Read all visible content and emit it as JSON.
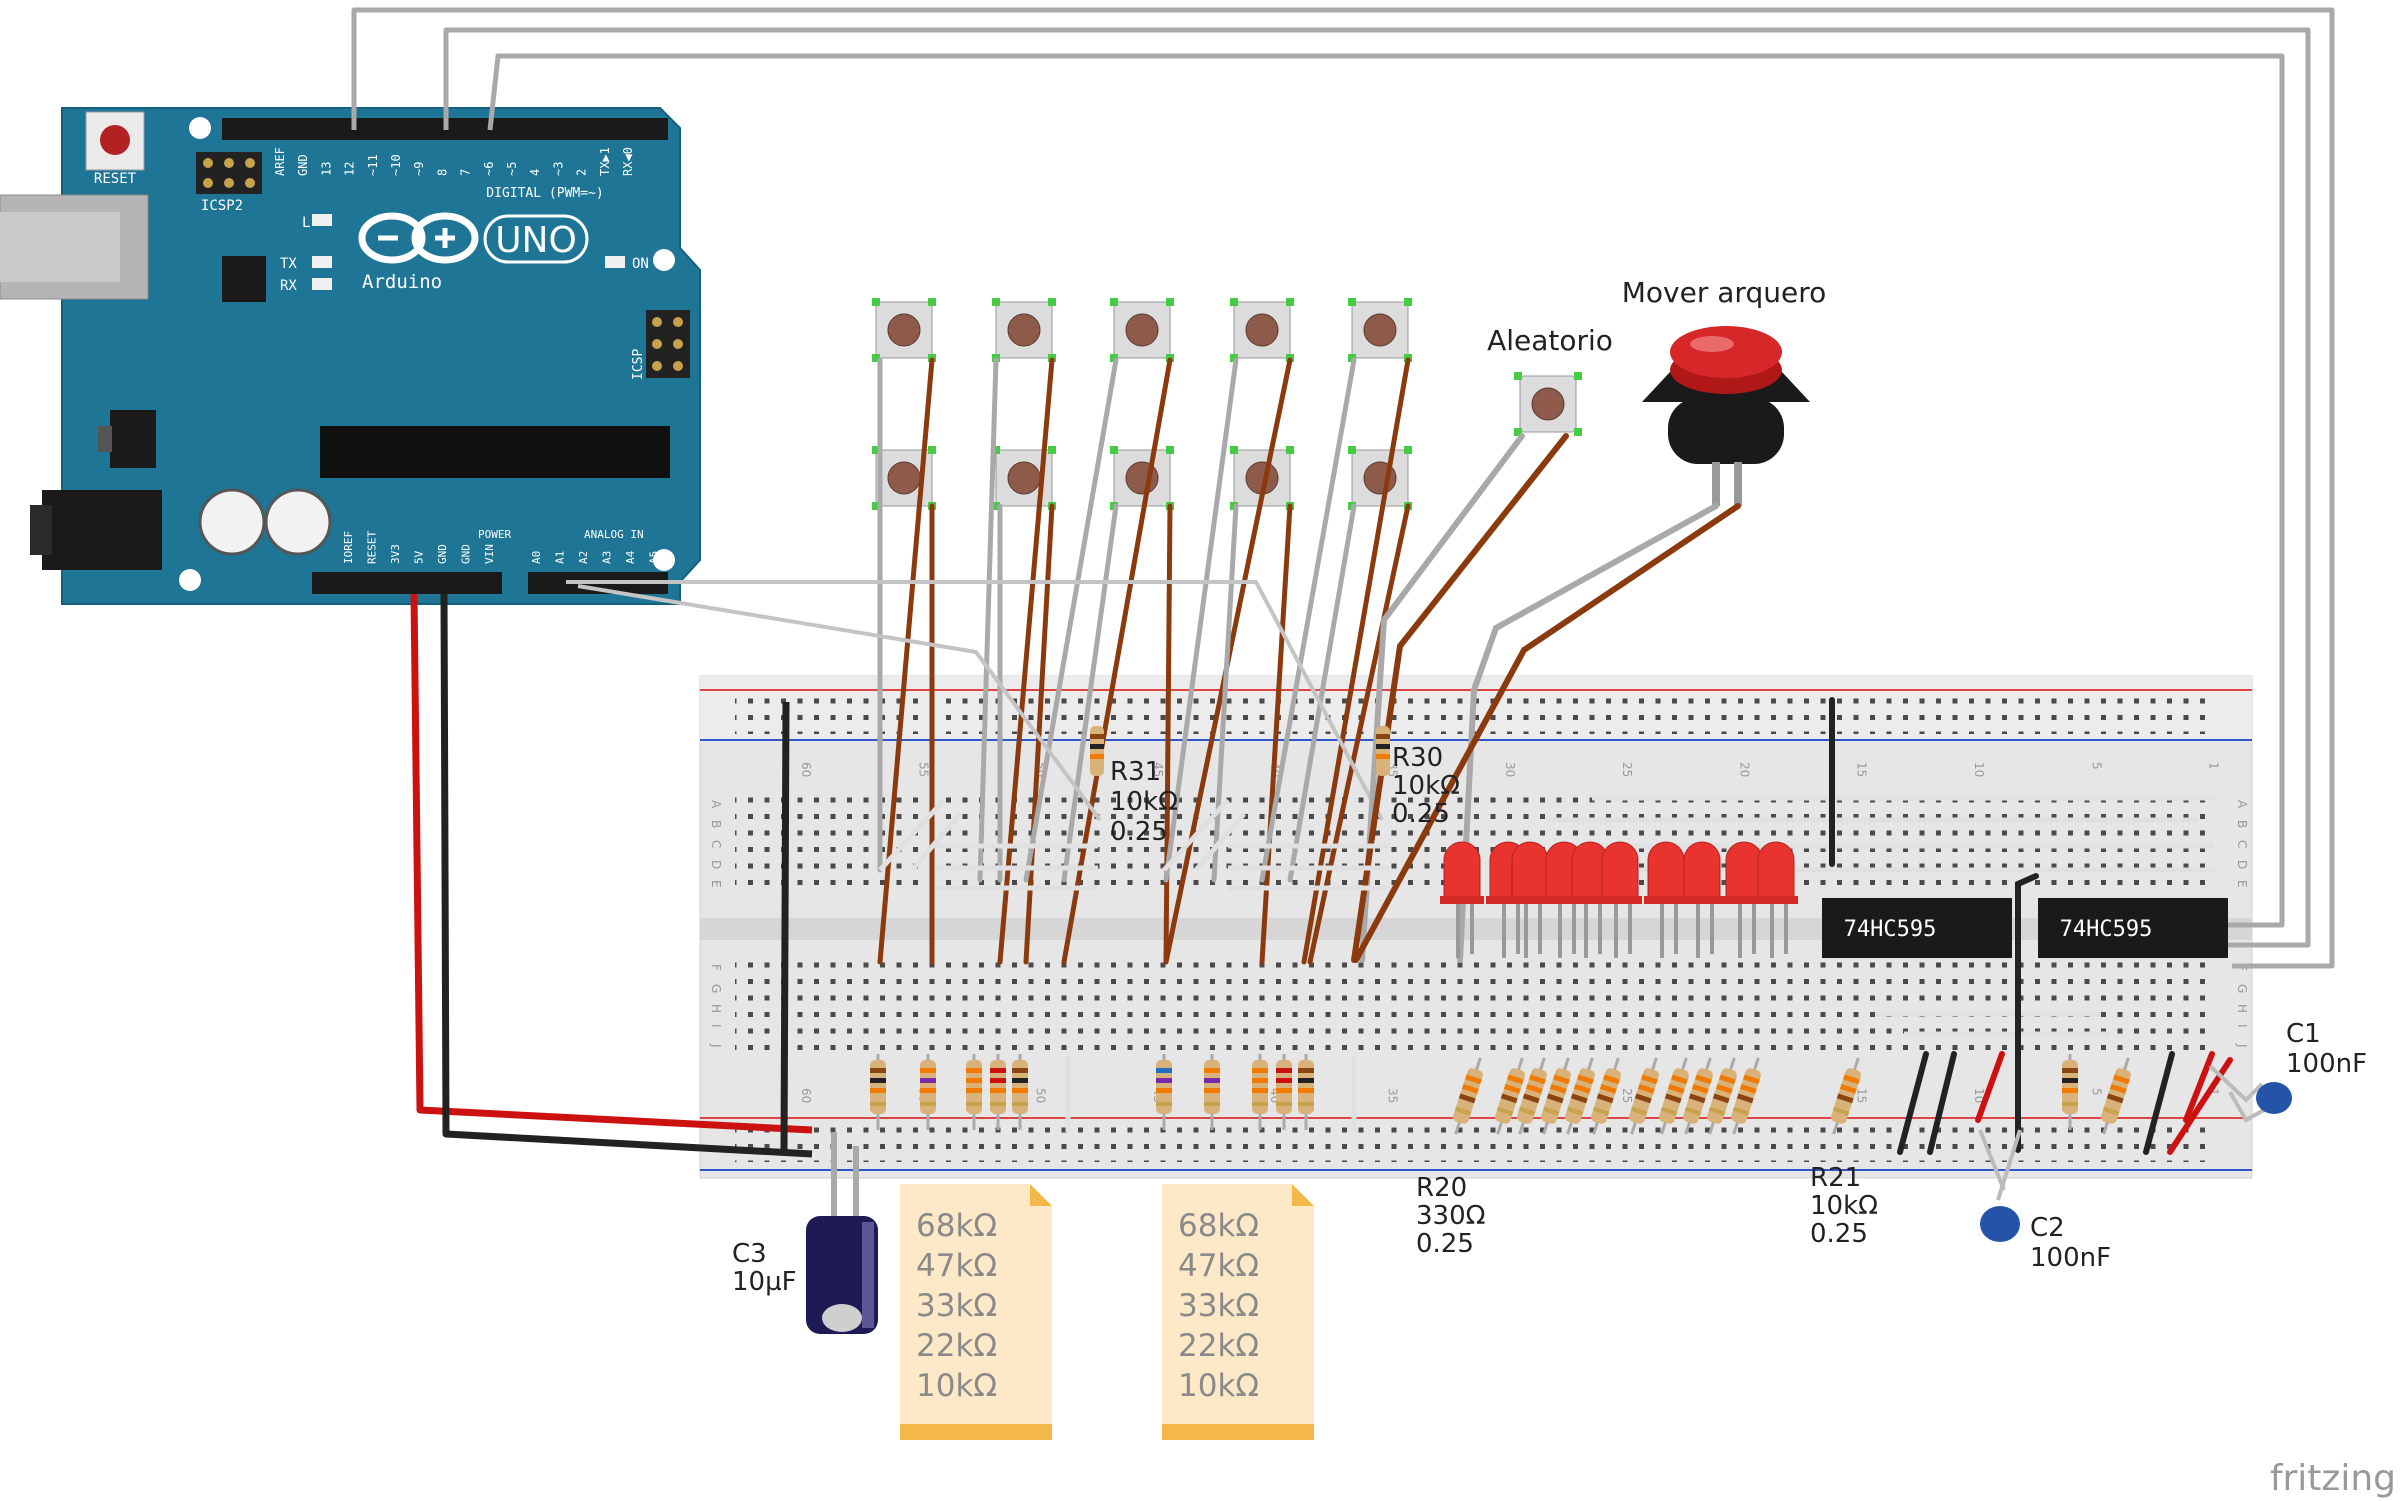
{
  "arduino": {
    "reset_label": "RESET",
    "icsp2_label": "ICSP2",
    "icsp_label": "ICSP",
    "l_label": "L",
    "tx_label": "TX",
    "rx_label": "RX",
    "on_label": "ON",
    "uno_label": "UNO",
    "brand": "Arduino",
    "digital_label": "DIGITAL (PWM=~)",
    "power_label": "POWER",
    "analog_label": "ANALOG IN",
    "digital_pins": [
      "AREF",
      "GND",
      "13",
      "12",
      "~11",
      "~10",
      "~9",
      "8",
      "7",
      "~6",
      "~5",
      "4",
      "~3",
      "2",
      "TX▶1",
      "RX◀0"
    ],
    "power_pins": [
      "IOREF",
      "RESET",
      "3V3",
      "5V",
      "GND",
      "GND",
      "VIN"
    ],
    "analog_pins": [
      "A0",
      "A1",
      "A2",
      "A3",
      "A4",
      "A5"
    ]
  },
  "labels": {
    "aleatorio": "Aleatorio",
    "mover": "Mover arquero",
    "r31": [
      "R31",
      "10kΩ",
      "0.25"
    ],
    "r30": [
      "R30",
      "10kΩ",
      "0.25"
    ],
    "r20": [
      "R20",
      "330Ω",
      "0.25"
    ],
    "r21": [
      "R21",
      "10kΩ",
      "0.25"
    ],
    "c1": [
      "C1",
      "100nF"
    ],
    "c2": [
      "C2",
      "100nF"
    ],
    "c3": [
      "C3",
      "10µF"
    ],
    "ic1": "74HC595",
    "ic2": "74HC595",
    "logo": "fritzing"
  },
  "breadboard": {
    "row_letters_top": [
      "A",
      "B",
      "C",
      "D",
      "E"
    ],
    "row_letters_bottom": [
      "F",
      "G",
      "H",
      "I",
      "J"
    ],
    "col_numbers": [
      "60",
      "55",
      "50",
      "45",
      "40",
      "35",
      "30",
      "25",
      "20",
      "15",
      "10",
      "5",
      "1"
    ]
  },
  "notes": [
    {
      "lines": [
        "68kΩ",
        "47kΩ",
        "33kΩ",
        "22kΩ",
        "10kΩ"
      ]
    },
    {
      "lines": [
        "68kΩ",
        "47kΩ",
        "33kΩ",
        "22kΩ",
        "10kΩ"
      ]
    }
  ],
  "colors": {
    "board": "#1e7596",
    "wire_gray": "#a9a9a9",
    "wire_brown": "#8b3a0e",
    "wire_red": "#cc1111",
    "wire_black": "#222222",
    "note": "#fde9c8",
    "led": "#e8332f",
    "breadboard": "#e9e9e9"
  }
}
